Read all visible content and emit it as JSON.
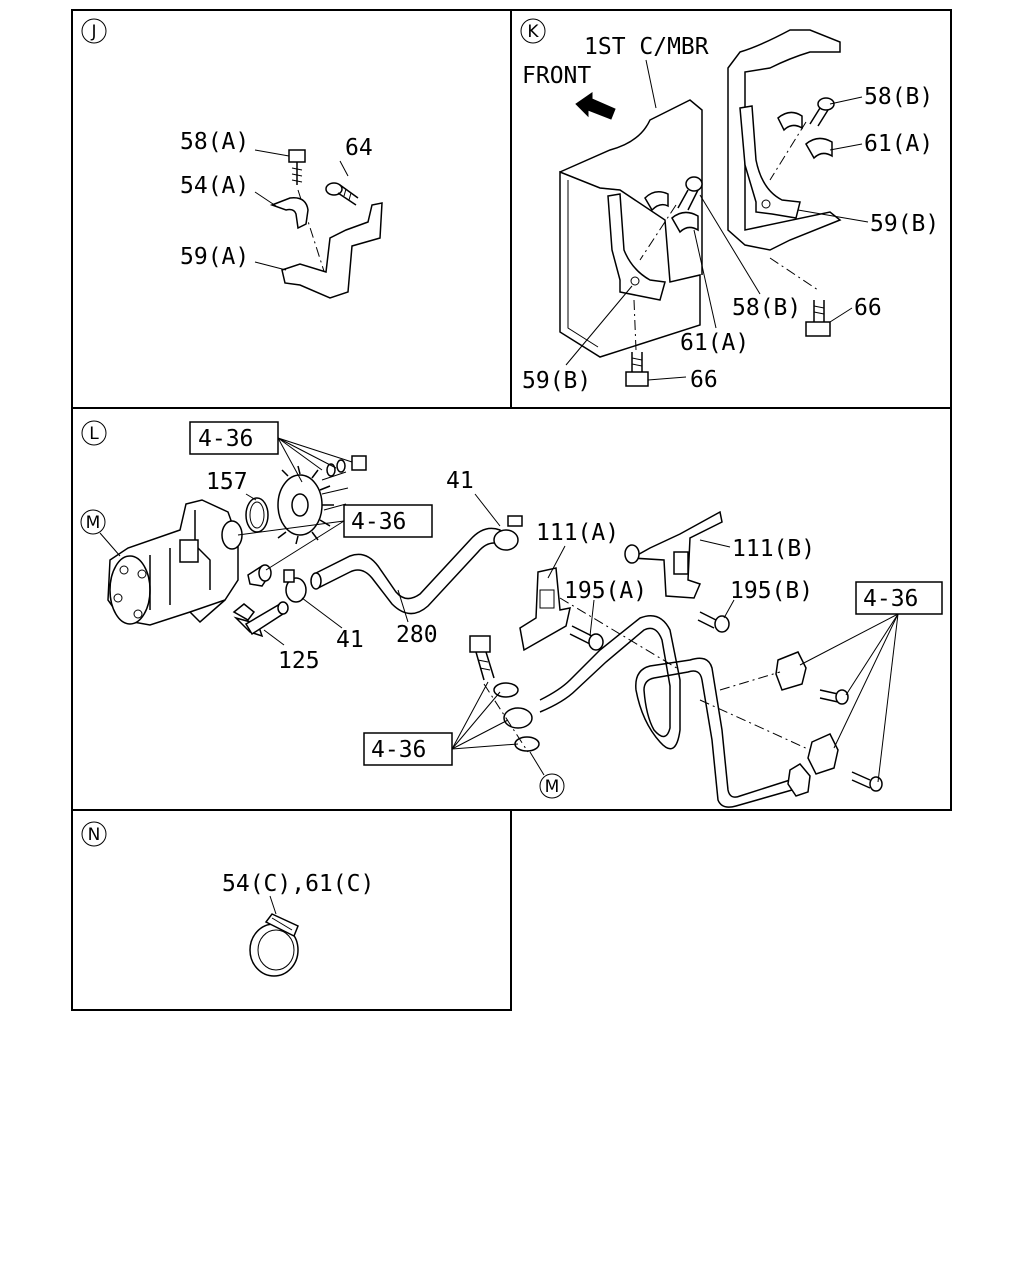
{
  "sections": {
    "J": {
      "letter": "J"
    },
    "K": {
      "letter": "K",
      "title": "1ST C/MBR",
      "direction": "FRONT"
    },
    "L": {
      "letter": "L"
    },
    "N": {
      "letter": "N"
    }
  },
  "labels": {
    "j_58a": "58(A)",
    "j_64": "64",
    "j_54a": "54(A)",
    "j_59a": "59(A)",
    "k_58b_top": "58(B)",
    "k_61a_top": "61(A)",
    "k_59b_right": "59(B)",
    "k_58b_mid": "58(B)",
    "k_66_right": "66",
    "k_61a_mid": "61(A)",
    "k_59b_left": "59(B)",
    "k_66_bottom": "66",
    "l_ref_1": "4-36",
    "l_157": "157",
    "l_m_top": "M",
    "l_ref_2": "4-36",
    "l_41_top": "41",
    "l_111a": "111(A)",
    "l_111b": "111(B)",
    "l_195a": "195(A)",
    "l_195b": "195(B)",
    "l_ref_3": "4-36",
    "l_41_bottom": "41",
    "l_280": "280",
    "l_125": "125",
    "l_ref_4": "4-36",
    "l_m_bottom": "M",
    "n_54c_61c": "54(C),61(C)"
  }
}
